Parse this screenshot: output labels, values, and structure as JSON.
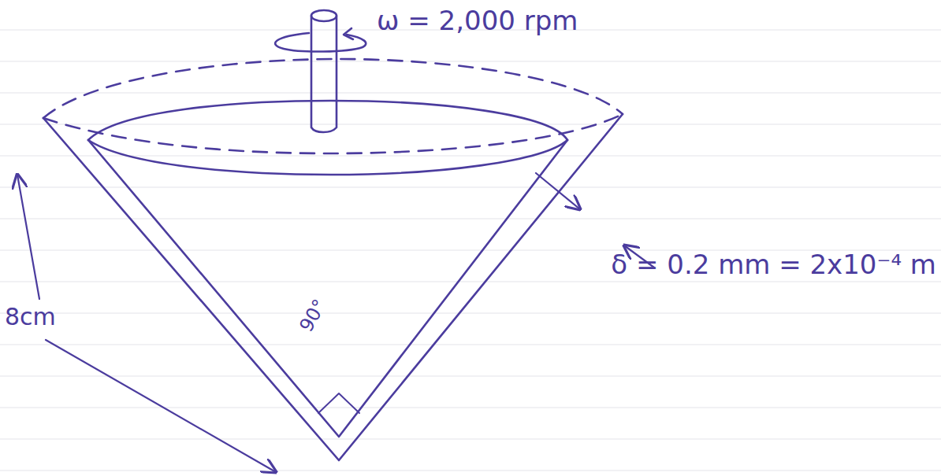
{
  "diagram": {
    "labels": [
      "ω = 2,000 rpm",
      "8cm",
      "90°",
      "δ = 0.2 mm = 2x10⁻⁴ m"
    ]
  }
}
